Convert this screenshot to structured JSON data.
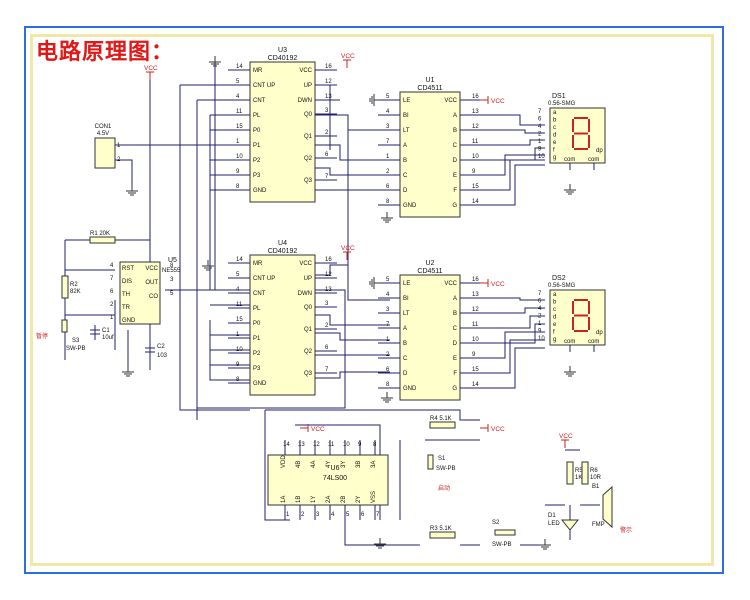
{
  "title": "电路原理图：",
  "colors": {
    "frame": "#2e6fe0",
    "accent": "#e01818",
    "wire": "#20206e",
    "chip_fill": "#ffffcc",
    "power": "#cc2222"
  },
  "vcc": "VCC",
  "u3": {
    "ref": "U3",
    "part": "CD40192",
    "left_pins": [
      {
        "n": "14",
        "l": "MR"
      },
      {
        "n": "5",
        "l": "CNT UP"
      },
      {
        "n": "4",
        "l": "CNT"
      },
      {
        "n": "11",
        "l": "PL"
      },
      {
        "n": "15",
        "l": "P0"
      },
      {
        "n": "1",
        "l": "P1"
      },
      {
        "n": "10",
        "l": "P2"
      },
      {
        "n": "9",
        "l": "P3"
      },
      {
        "n": "8",
        "l": "GND"
      }
    ],
    "right_pins": [
      {
        "n": "16",
        "l": "VCC"
      },
      {
        "n": "12",
        "l": "UP"
      },
      {
        "n": "13",
        "l": "DWN"
      },
      {
        "n": "3",
        "l": "Q0"
      },
      {
        "n": "2",
        "l": "Q1"
      },
      {
        "n": "6",
        "l": "Q2"
      },
      {
        "n": "7",
        "l": "Q3"
      }
    ]
  },
  "u4": {
    "ref": "U4",
    "part": "CD40192",
    "left_pins": [
      {
        "n": "14",
        "l": "MR"
      },
      {
        "n": "5",
        "l": "CNT UP"
      },
      {
        "n": "4",
        "l": "CNT"
      },
      {
        "n": "11",
        "l": "PL"
      },
      {
        "n": "15",
        "l": "P0"
      },
      {
        "n": "1",
        "l": "P1"
      },
      {
        "n": "10",
        "l": "P2"
      },
      {
        "n": "9",
        "l": "P3"
      },
      {
        "n": "8",
        "l": "GND"
      }
    ],
    "right_pins": [
      {
        "n": "16",
        "l": "VCC"
      },
      {
        "n": "12",
        "l": "UP"
      },
      {
        "n": "13",
        "l": "DWN"
      },
      {
        "n": "3",
        "l": "Q0"
      },
      {
        "n": "2",
        "l": "Q1"
      },
      {
        "n": "6",
        "l": "Q2"
      },
      {
        "n": "7",
        "l": "Q3"
      }
    ]
  },
  "u1": {
    "ref": "U1",
    "part": "CD4511",
    "left_pins": [
      {
        "n": "5",
        "l": "LE"
      },
      {
        "n": "4",
        "l": "BI"
      },
      {
        "n": "3",
        "l": "LT"
      },
      {
        "n": "7",
        "l": "A"
      },
      {
        "n": "1",
        "l": "B"
      },
      {
        "n": "2",
        "l": "C"
      },
      {
        "n": "6",
        "l": "D"
      },
      {
        "n": "8",
        "l": "GND"
      }
    ],
    "right_pins": [
      {
        "n": "16",
        "l": "VCC"
      },
      {
        "n": "13",
        "l": "A"
      },
      {
        "n": "12",
        "l": "B"
      },
      {
        "n": "11",
        "l": "C"
      },
      {
        "n": "10",
        "l": "D"
      },
      {
        "n": "9",
        "l": "E"
      },
      {
        "n": "15",
        "l": "F"
      },
      {
        "n": "14",
        "l": "G"
      }
    ]
  },
  "u2": {
    "ref": "U2",
    "part": "CD4511",
    "left_pins": [
      {
        "n": "5",
        "l": "LE"
      },
      {
        "n": "4",
        "l": "BI"
      },
      {
        "n": "3",
        "l": "LT"
      },
      {
        "n": "7",
        "l": "A"
      },
      {
        "n": "1",
        "l": "B"
      },
      {
        "n": "2",
        "l": "C"
      },
      {
        "n": "6",
        "l": "D"
      },
      {
        "n": "8",
        "l": "GND"
      }
    ],
    "right_pins": [
      {
        "n": "16",
        "l": "VCC"
      },
      {
        "n": "13",
        "l": "A"
      },
      {
        "n": "12",
        "l": "B"
      },
      {
        "n": "11",
        "l": "C"
      },
      {
        "n": "10",
        "l": "D"
      },
      {
        "n": "9",
        "l": "E"
      },
      {
        "n": "15",
        "l": "F"
      },
      {
        "n": "14",
        "l": "G"
      }
    ]
  },
  "ds1": {
    "ref": "DS1",
    "part": "0.56-SMG",
    "pins": [
      "7",
      "6",
      "4",
      "2",
      "1",
      "9",
      "10"
    ],
    "segs": [
      "a",
      "b",
      "c",
      "d",
      "e",
      "f",
      "g"
    ],
    "com": [
      "com",
      "com"
    ],
    "dp": "dp"
  },
  "ds2": {
    "ref": "DS2",
    "part": "0.56-SMG",
    "pins": [
      "7",
      "6",
      "4",
      "2",
      "1",
      "9",
      "10"
    ],
    "segs": [
      "a",
      "b",
      "c",
      "d",
      "e",
      "f",
      "g"
    ],
    "com": [
      "com",
      "com"
    ],
    "dp": "dp"
  },
  "u5": {
    "ref": "U5",
    "part": "NE555",
    "left_pins": [
      {
        "n": "4",
        "l": "RST"
      },
      {
        "n": "7",
        "l": "DIS"
      },
      {
        "n": "6",
        "l": "TH"
      },
      {
        "n": "2",
        "l": "TR"
      },
      {
        "n": "1",
        "l": "GND"
      }
    ],
    "right_pins": [
      {
        "n": "8",
        "l": "VCC"
      },
      {
        "n": "3",
        "l": "OUT"
      },
      {
        "n": "5",
        "l": "CO"
      }
    ]
  },
  "u6": {
    "ref": "U6",
    "part": "74LS00",
    "top_pins": [
      {
        "n": "14",
        "l": "VDD"
      },
      {
        "n": "13",
        "l": "4B"
      },
      {
        "n": "12",
        "l": "4A"
      },
      {
        "n": "11",
        "l": "4Y"
      },
      {
        "n": "10",
        "l": "3Y"
      },
      {
        "n": "9",
        "l": "3B"
      },
      {
        "n": "8",
        "l": "3A"
      }
    ],
    "bottom_pins": [
      {
        "n": "1",
        "l": "1A"
      },
      {
        "n": "2",
        "l": "1B"
      },
      {
        "n": "3",
        "l": "1Y"
      },
      {
        "n": "4",
        "l": "2A"
      },
      {
        "n": "5",
        "l": "2B"
      },
      {
        "n": "6",
        "l": "2Y"
      },
      {
        "n": "7",
        "l": "VSS"
      }
    ]
  },
  "con1": {
    "ref": "CON1",
    "value": "4.5V",
    "pins": [
      "1",
      "2"
    ]
  },
  "r1": {
    "ref": "R1",
    "value": "20K"
  },
  "r2": {
    "ref": "R2",
    "value": "82K"
  },
  "r3": {
    "ref": "R3",
    "value": "5.1K"
  },
  "r4": {
    "ref": "R4",
    "value": "5.1K"
  },
  "r5": {
    "ref": "R5",
    "value": "1K"
  },
  "r6": {
    "ref": "R6",
    "value": "10R"
  },
  "c1": {
    "ref": "C1",
    "value": "10uf"
  },
  "c2": {
    "ref": "C2",
    "value": "103"
  },
  "s1": {
    "ref": "S1",
    "part": "SW-PB",
    "note": "启动"
  },
  "s2": {
    "ref": "S2",
    "part": "SW-PB"
  },
  "s3": {
    "ref": "S3",
    "part": "SW-PB",
    "note": "暂停"
  },
  "d1": {
    "ref": "D1",
    "part": "LED"
  },
  "bz": {
    "ref": "B1",
    "part": "FMP",
    "note": "警示"
  }
}
